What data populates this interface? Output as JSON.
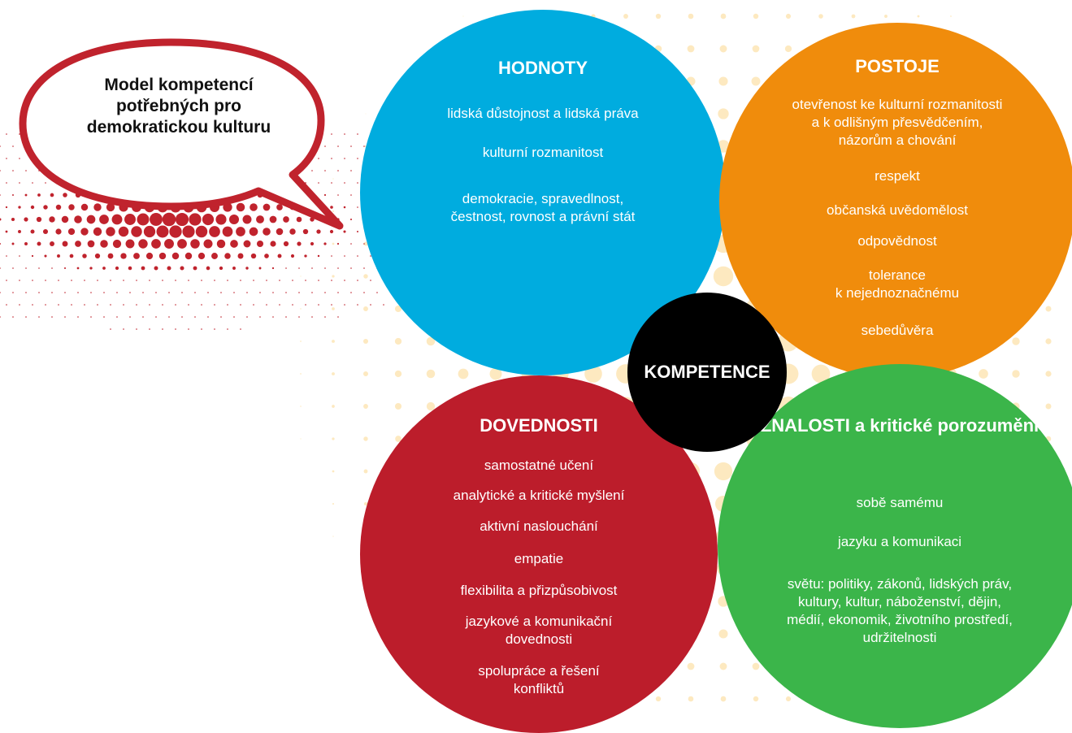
{
  "colors": {
    "values": "#00acdf",
    "attitudes": "#f08c0c",
    "skills": "#bc1d2b",
    "knowledge": "#3bb54a",
    "center": "#000000",
    "bubble_outline": "#c0232d",
    "dots_red": "#c0232d",
    "dots_yellow": "#fde9c0"
  },
  "bubble": {
    "title": "Model kompetencí\npotřebných pro\ndemokratickou kulturu"
  },
  "center": {
    "label": "KOMPETENCE"
  },
  "values": {
    "title": "HODNOTY",
    "items": [
      "lidská důstojnost a lidská práva",
      "kulturní rozmanitost",
      "demokracie, spravedlnost,\nčestnost, rovnost a právní stát"
    ]
  },
  "attitudes": {
    "title": "POSTOJE",
    "items": [
      "otevřenost ke kulturní rozmanitosti\na k odlišným přesvědčením,\nnázorům a chování",
      "respekt",
      "občanská uvědomělost",
      "odpovědnost",
      "tolerance\nk nejednoznačnému",
      "sebedůvěra"
    ]
  },
  "skills": {
    "title": "DOVEDNOSTI",
    "items": [
      "samostatné učení",
      "analytické a kritické myšlení",
      "aktivní naslouchání",
      "empatie",
      "flexibilita a přizpůsobivost",
      "jazykové a komunikační\ndovednosti",
      "spolupráce a řešení\nkonfliktů"
    ]
  },
  "knowledge": {
    "title": "ZNALOSTI\na kritické porozumění",
    "items": [
      "sobě samému",
      "jazyku a komunikaci",
      "světu: politiky, zákonů, lidských práv,\nkultury, kultur, náboženství, dějin,\nmédií, ekonomik, životního prostředí,\nudržitelnosti"
    ]
  }
}
